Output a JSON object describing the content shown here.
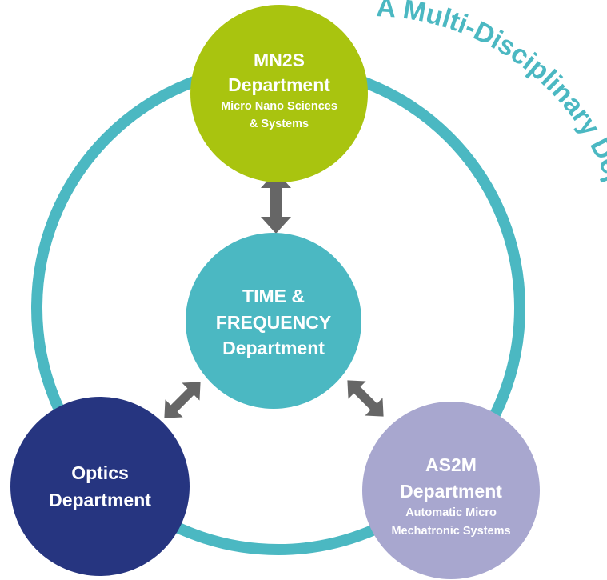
{
  "colors": {
    "ring": "#4bb8c2",
    "mn2s": "#a9c40f",
    "time": "#4bb8c2",
    "optics": "#263580",
    "as2m": "#a8a7cf",
    "arrows": "#666666",
    "curved_title": "#4bb8c2",
    "node_text": "#ffffff"
  },
  "curved_title": "A Multi-Disciplinary Department",
  "nodes": {
    "mn2s": {
      "name_line1": "MN2S",
      "name_line2": "Department",
      "desc_line1": "Micro Nano Sciences",
      "desc_line2": "& Systems"
    },
    "time": {
      "line1": "TIME &",
      "line2": "FREQUENCY",
      "line3": "Department"
    },
    "optics": {
      "line1": "Optics",
      "line2": "Department"
    },
    "as2m": {
      "name_line1": "AS2M",
      "name_line2": "Department",
      "desc_line1": "Automatic Micro",
      "desc_line2": "Mechatronic Systems"
    }
  },
  "arrows": [
    "double-arrow-icon",
    "double-arrow-icon",
    "double-arrow-icon"
  ]
}
